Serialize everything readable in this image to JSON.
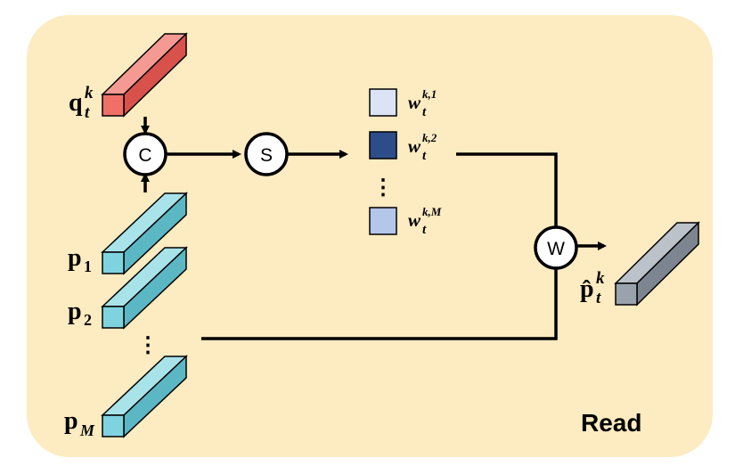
{
  "panel": {
    "title": "Read",
    "background": "#fdebc1"
  },
  "colors": {
    "query": "#f07068",
    "query_top": "#f49a92",
    "query_side": "#d8524b",
    "memory": "#7fd3df",
    "memory_top": "#a9e3ea",
    "memory_side": "#5cb7c4",
    "output": "#9aa3ad",
    "output_top": "#bcc2c9",
    "output_side": "#7d8690",
    "weight_light": "#dbe4f6",
    "weight_dark": "#2d4d8a",
    "weight_mid": "#b4c6ea"
  },
  "inputs": {
    "query": {
      "base": "q",
      "sup": "k",
      "sub": "t"
    },
    "memory": [
      {
        "base": "p",
        "sub": "1"
      },
      {
        "base": "p",
        "sub": "2"
      },
      {
        "base": "p",
        "sub": "M"
      }
    ],
    "memory_ellipsis": "⋮"
  },
  "ops": {
    "concat": "C",
    "softmax": "S",
    "weighted_sum": "W"
  },
  "weights": [
    {
      "base": "w",
      "sup": "k,1",
      "sub": "t"
    },
    {
      "base": "w",
      "sup": "k,2",
      "sub": "t"
    },
    {
      "base": "w",
      "sup": "k,M",
      "sub": "t"
    }
  ],
  "weights_ellipsis": "⋮",
  "output": {
    "base": "p̂",
    "sup": "k",
    "sub": "t"
  }
}
